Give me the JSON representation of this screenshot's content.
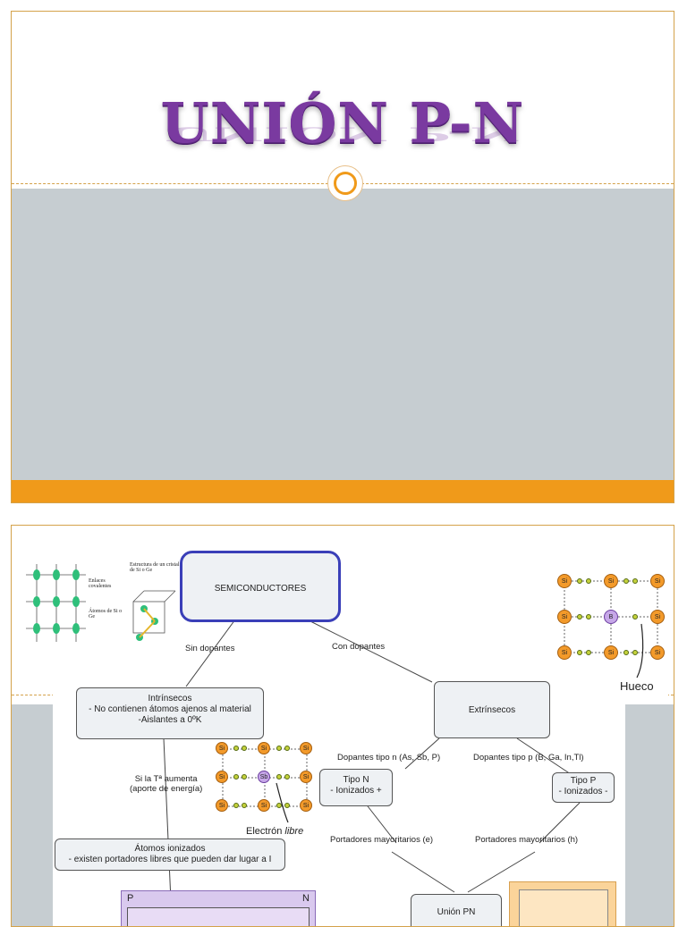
{
  "slide1": {
    "title": "UNIÓN P-N"
  },
  "slide2": {
    "crystal_labels": {
      "structure": "Estructura de un cristal de Si o Ge",
      "bonds": "Enlaces covalentes",
      "atoms": "Átomos de Si o Ge"
    },
    "semiconductores": "SEMICONDUCTORES",
    "sin_dopantes": "Sin dopantes",
    "con_dopantes": "Con dopantes",
    "intrinsecos_title": "Intrínsecos",
    "intrinsecos_line1": "- No contienen átomos ajenos al material",
    "intrinsecos_line2": "-Aislantes a 0ºK",
    "extrinsecos": "Extrínsecos",
    "dopantes_n": "Dopantes tipo n (As, Sb, P)",
    "dopantes_p": "Dopantes tipo p (B, Ga, In,Tl)",
    "tipo_n_title": "Tipo N",
    "tipo_n_sub": "- Ionizados +",
    "tipo_p_title": "Tipo P",
    "tipo_p_sub": "- Ionizados -",
    "temp_line1": "Si la Tª aumenta",
    "temp_line2": "(aporte de energía)",
    "ionizados_title": "Átomos ionizados",
    "ionizados_sub": "- existen portadores libres que pueden dar lugar a I",
    "portadores_e": "Portadores mayoritarios (e)",
    "portadores_h": "Portadores mayoritarios (h)",
    "hueco": "Hueco",
    "electron": "Electrón",
    "electron_italic": "libre",
    "atom_si": "Si",
    "atom_b": "B",
    "atom_sb": "Sb",
    "p_label": "P",
    "n_label": "N",
    "union_label": "Unión PN"
  }
}
